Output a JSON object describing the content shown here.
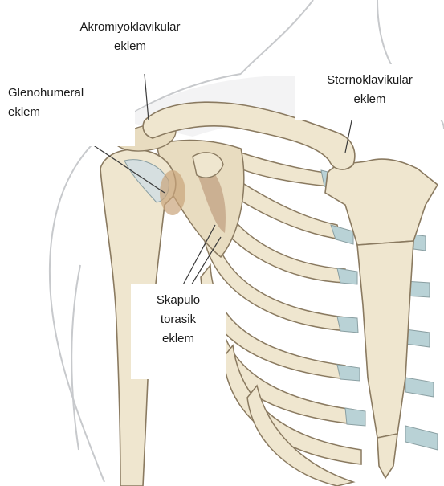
{
  "colors": {
    "background": "#ffffff",
    "skin_outline": "#c7c9cc",
    "bone_fill": "#efe6cf",
    "bone_shadow": "#d9c9a6",
    "bone_outline": "#8a7a60",
    "cartilage": "#b9d2d6",
    "joint_shade": "#c9a47a",
    "muscle_shade": "#a87a5a",
    "leader_line": "#3a3a3a",
    "label_box": "#ffffff",
    "label_text": "#1a1a1a"
  },
  "labels": {
    "acromioclavicular": {
      "line1": "Akromiyoklavikular",
      "line2": "eklem"
    },
    "glenohumeral": {
      "line1": "Glenohumeral",
      "line2": "eklem"
    },
    "sternoclavicular": {
      "line1": "Sternoklavikular",
      "line2": "eklem"
    },
    "scapulothoracic": {
      "line1": "Skapulo",
      "line2": "torasik",
      "line3": "eklem"
    }
  }
}
